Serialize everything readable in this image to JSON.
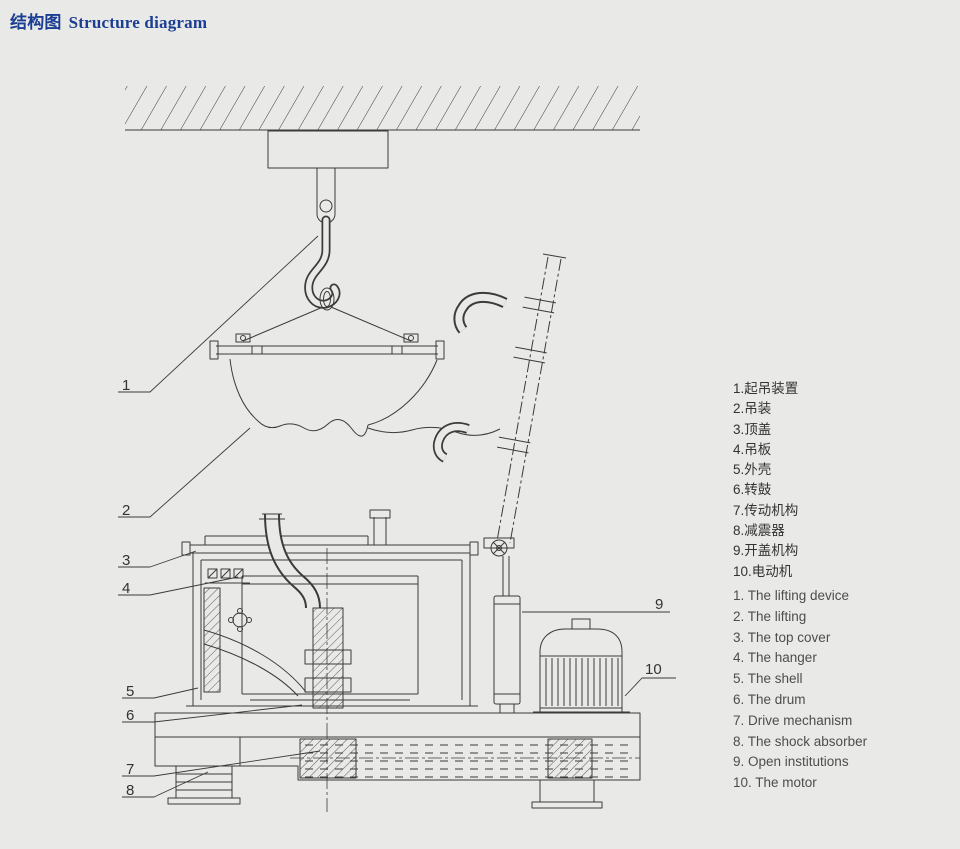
{
  "page": {
    "title_zh": "结构图",
    "title_en": "Structure diagram",
    "background": "#e9e9e7"
  },
  "colors": {
    "title": "#1b3e93",
    "line": "#3b3b3b",
    "legend_text": "#333333"
  },
  "legend": {
    "zh": [
      "1.起吊装置",
      "2.吊装",
      "3.顶盖",
      "4.吊板",
      "5.外壳",
      "6.转鼓",
      "7.传动机构",
      "8.减震器",
      "9.开盖机构",
      "10.电动机"
    ],
    "en": [
      "1. The lifting device",
      "2. The lifting",
      "3. The top cover",
      "4. The hanger",
      "5. The shell",
      "6. The drum",
      "7. Drive mechanism",
      "8. The shock absorber",
      "9. Open institutions",
      "10. The motor"
    ]
  },
  "diagram": {
    "callouts": [
      "1",
      "2",
      "3",
      "4",
      "5",
      "6",
      "7",
      "8",
      "9",
      "10"
    ]
  }
}
